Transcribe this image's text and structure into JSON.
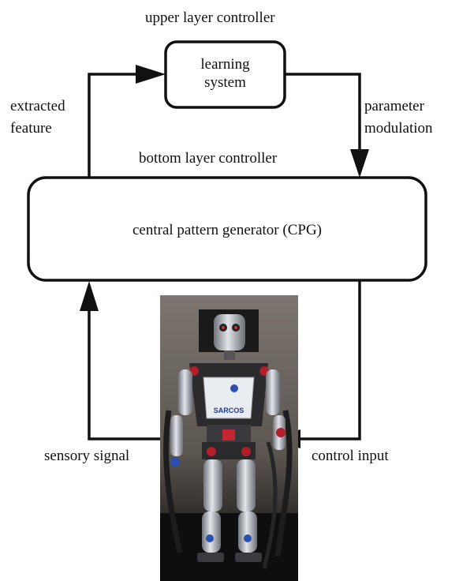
{
  "upper_label": "upper layer controller",
  "learning_box": {
    "line1": "learning",
    "line2": "system"
  },
  "left_label": {
    "line1": "extracted",
    "line2": "feature"
  },
  "right_label": {
    "line1": "parameter",
    "line2": "modulation"
  },
  "bottom_label": "bottom layer controller",
  "cpg_box": {
    "text": "central pattern generator (CPG)"
  },
  "sensory_label": "sensory signal",
  "control_label": "control input",
  "robot_logos": {
    "brand": "SARCOS"
  }
}
